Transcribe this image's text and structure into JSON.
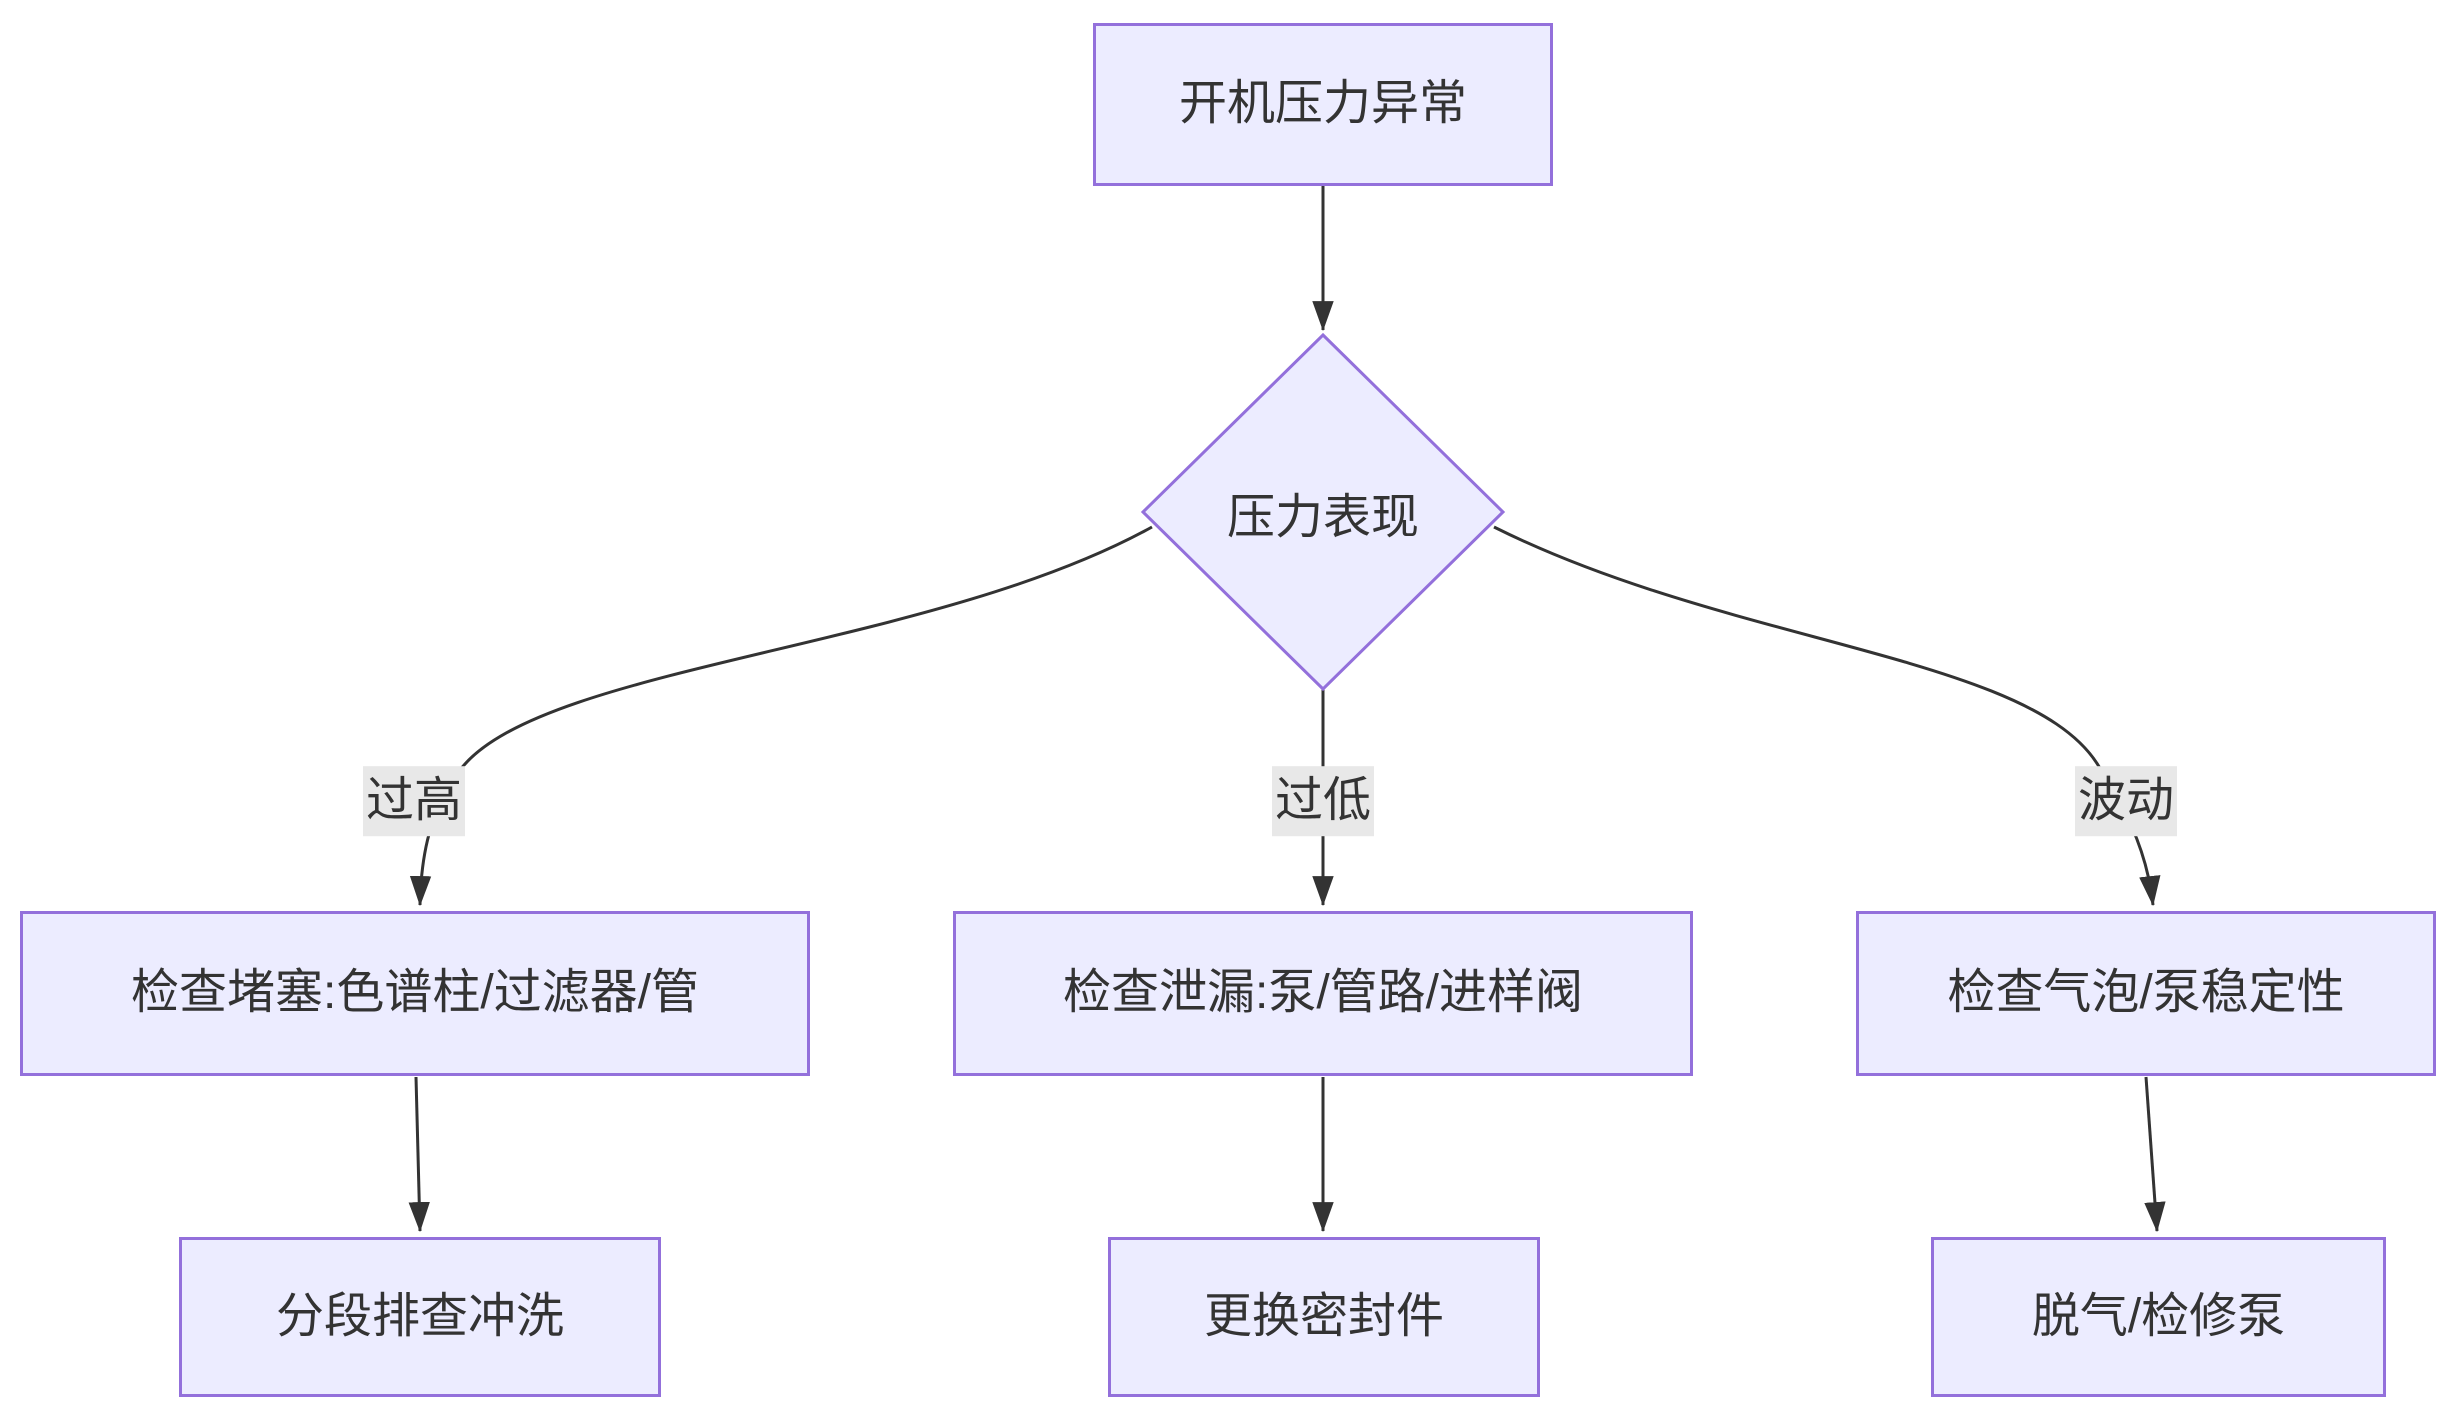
{
  "colors": {
    "bg": "#ffffff",
    "node_fill": "#ECECFF",
    "node_border": "#9370DB",
    "edge": "#333333",
    "text": "#333333",
    "label_bg": "#e8e8e8"
  },
  "nodes": {
    "start": "开机压力异常",
    "decision": "压力表现",
    "check_blockage": "检查堵塞:色谱柱/过滤器/管",
    "check_leak": "检查泄漏:泵/管路/进样阀",
    "check_bubble": "检查气泡/泵稳定性",
    "action_flush": "分段排查冲洗",
    "action_seal": "更换密封件",
    "action_degas": "脱气/检修泵"
  },
  "edge_labels": {
    "high": "过高",
    "low": "过低",
    "fluctuation": "波动"
  }
}
